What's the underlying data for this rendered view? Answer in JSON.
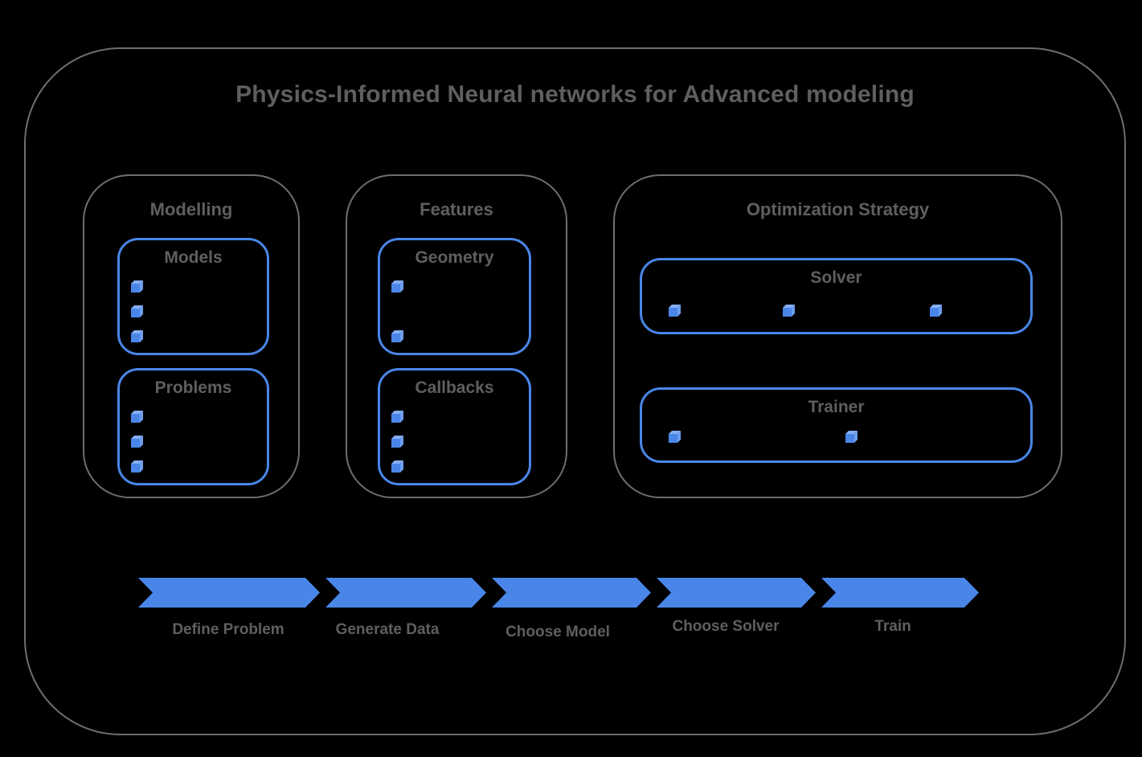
{
  "title": "Physics-Informed Neural networks for Advanced modeling",
  "colors": {
    "background": "#000000",
    "gray_outline": "#6e6e6e",
    "gray_text": "#5f5f5f",
    "blue": "#4a86e8",
    "cube_top_blue": "#85aef3",
    "cube_side_blue": "#6d9eef"
  },
  "sections": [
    {
      "title": "Modelling",
      "cards": [
        {
          "title": "Models",
          "bullet_count": 3
        },
        {
          "title": "Problems",
          "bullet_count": 3
        }
      ]
    },
    {
      "title": "Features",
      "cards": [
        {
          "title": "Geometry",
          "bullet_count": 2
        },
        {
          "title": "Callbacks",
          "bullet_count": 3
        }
      ]
    },
    {
      "title": "Optimization Strategy",
      "cards": [
        {
          "title": "Solver",
          "bullet_count": 3
        },
        {
          "title": "Trainer",
          "bullet_count": 2
        }
      ]
    }
  ],
  "pipeline": {
    "steps": [
      "Define Problem",
      "Generate Data",
      "Choose Model",
      "Choose Solver",
      "Train"
    ]
  }
}
